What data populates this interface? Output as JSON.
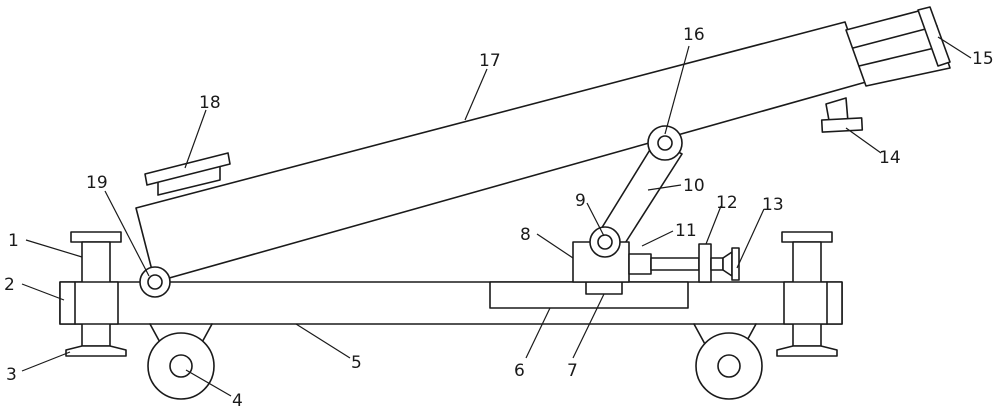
{
  "diagram": {
    "labels": [
      {
        "id": "1",
        "text": "1"
      },
      {
        "id": "2",
        "text": "2"
      },
      {
        "id": "3",
        "text": "3"
      },
      {
        "id": "4",
        "text": "4"
      },
      {
        "id": "5",
        "text": "5"
      },
      {
        "id": "6",
        "text": "6"
      },
      {
        "id": "7",
        "text": "7"
      },
      {
        "id": "8",
        "text": "8"
      },
      {
        "id": "9",
        "text": "9"
      },
      {
        "id": "10",
        "text": "10"
      },
      {
        "id": "11",
        "text": "11"
      },
      {
        "id": "12",
        "text": "12"
      },
      {
        "id": "13",
        "text": "13"
      },
      {
        "id": "14",
        "text": "14"
      },
      {
        "id": "15",
        "text": "15"
      },
      {
        "id": "16",
        "text": "16"
      },
      {
        "id": "17",
        "text": "17"
      },
      {
        "id": "18",
        "text": "18"
      },
      {
        "id": "19",
        "text": "19"
      }
    ],
    "colors": {
      "line": "#1a1a1a",
      "background": "#ffffff"
    }
  }
}
